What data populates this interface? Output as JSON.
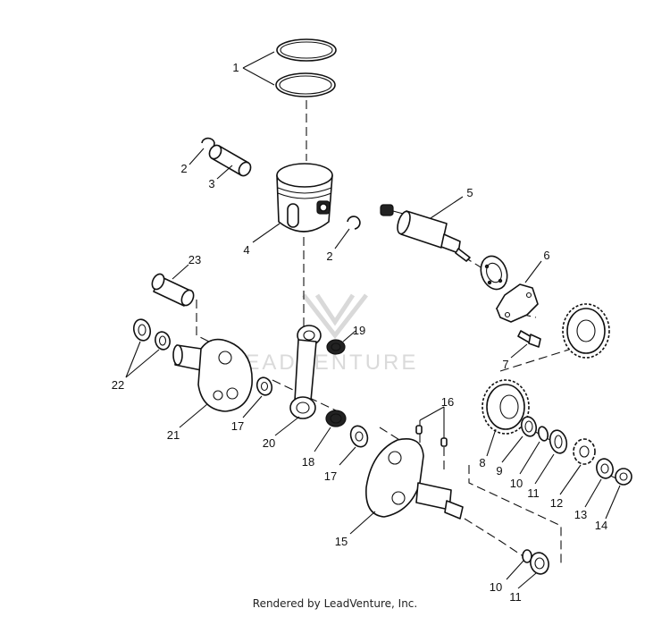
{
  "watermark": {
    "text": "LEADVENTURE"
  },
  "footer": {
    "credit": "Rendered by LeadVenture, Inc."
  },
  "callouts": {
    "c1": "1",
    "c2a": "2",
    "c2b": "2",
    "c3": "3",
    "c4": "4",
    "c5": "5",
    "c6": "6",
    "c7": "7",
    "c8": "8",
    "c9": "9",
    "c10a": "10",
    "c10b": "10",
    "c11a": "11",
    "c11b": "11",
    "c12": "12",
    "c13": "13",
    "c14": "14",
    "c15": "15",
    "c16": "16",
    "c17a": "17",
    "c17b": "17",
    "c18": "18",
    "c19": "19",
    "c20": "20",
    "c21": "21",
    "c22": "22",
    "c23": "23"
  }
}
